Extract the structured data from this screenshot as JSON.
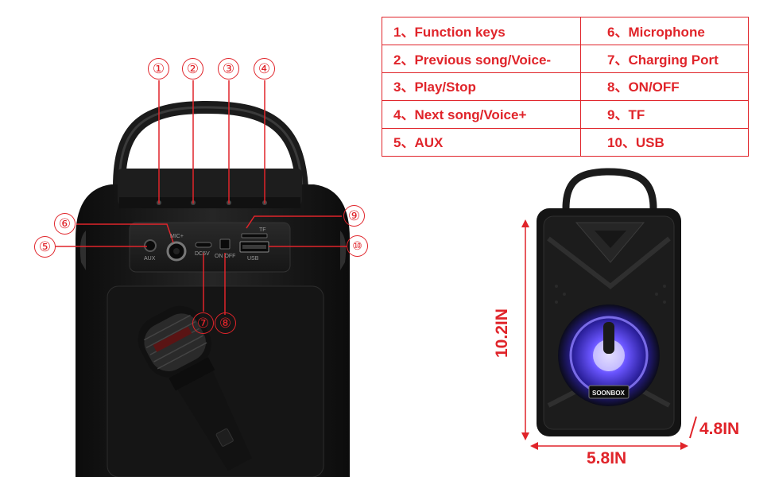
{
  "legend": {
    "rows": [
      {
        "left": "1、Function keys",
        "right": "6、Microphone"
      },
      {
        "left": "2、Previous song/Voice-",
        "right": "7、Charging Port"
      },
      {
        "left": "3、Play/Stop",
        "right": "8、ON/OFF"
      },
      {
        "left": "4、Next song/Voice+",
        "right": "9、TF"
      },
      {
        "left": "5、AUX",
        "right": "10、USB"
      }
    ]
  },
  "callouts": [
    "①",
    "②",
    "③",
    "④",
    "⑤",
    "⑥",
    "⑦",
    "⑧",
    "⑨",
    "⑩"
  ],
  "panel_labels": {
    "mic": "MIC+",
    "aux": "AUX",
    "dc": "DC5V",
    "onoff": "ON OFF",
    "tf": "TF",
    "usb": "USB"
  },
  "brand": "SOONBOX",
  "dimensions": {
    "height": "10.2IN",
    "width": "5.8IN",
    "depth": "4.8IN"
  },
  "colors": {
    "accent": "#e0242a",
    "body": "#1a1a1a",
    "light": "#5a4dff"
  }
}
